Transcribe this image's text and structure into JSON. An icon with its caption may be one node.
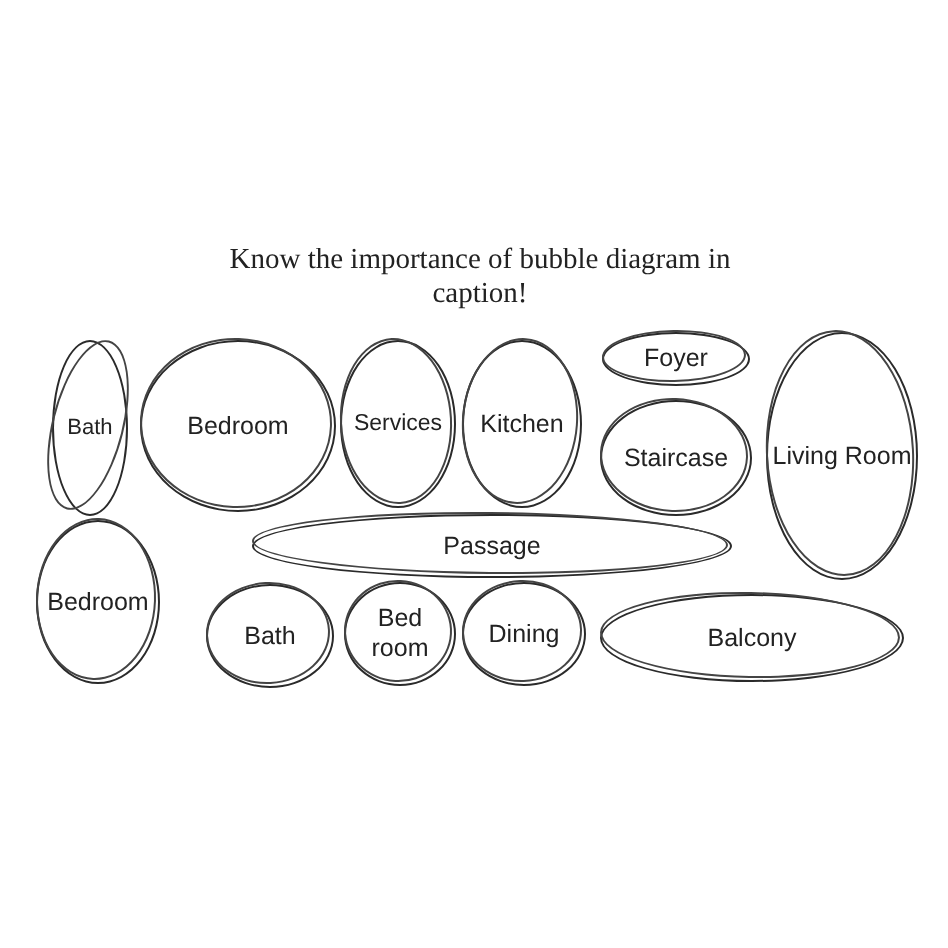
{
  "diagram": {
    "title": "Know the importance of bubble diagram in caption!",
    "nodes": [
      {
        "text": [
          "Bath"
        ]
      },
      {
        "text": [
          "Bedroom"
        ]
      },
      {
        "text": [
          "Services"
        ]
      },
      {
        "text": [
          "Kitchen"
        ]
      },
      {
        "text": [
          "Foyer"
        ]
      },
      {
        "text": [
          "Staircase"
        ]
      },
      {
        "text": [
          "Living Room"
        ]
      },
      {
        "text": [
          "Passage"
        ]
      },
      {
        "text": [
          "Bedroom"
        ]
      },
      {
        "text": [
          "Bath"
        ]
      },
      {
        "text": [
          "Bed room"
        ]
      },
      {
        "text": [
          "Dining"
        ]
      },
      {
        "text": [
          "Balcony"
        ]
      }
    ]
  }
}
